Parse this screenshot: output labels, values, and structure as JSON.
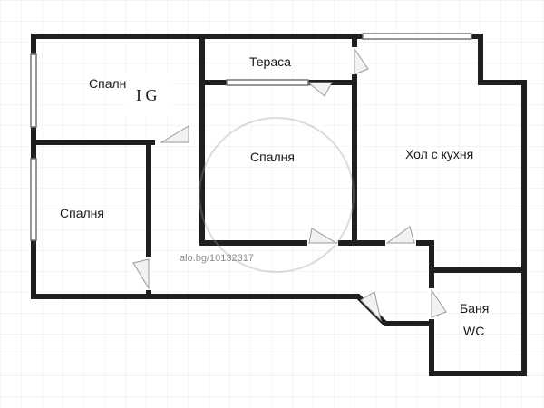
{
  "rooms": {
    "bedroom_top_left": "Спалн",
    "terrace": "Тераса",
    "bedroom_center": "Спалня",
    "living_kitchen": "Хол с кухня",
    "bedroom_left": "Спалня",
    "bath_line1": "Баня",
    "bath_line2": "WC"
  },
  "watermark": {
    "listing": "alo.bg/10132317",
    "logo": "I G"
  },
  "colors": {
    "wall": "#1f1f1f",
    "grid": "#ebebeb",
    "door": "#d9d9d9",
    "window": "#777777"
  }
}
